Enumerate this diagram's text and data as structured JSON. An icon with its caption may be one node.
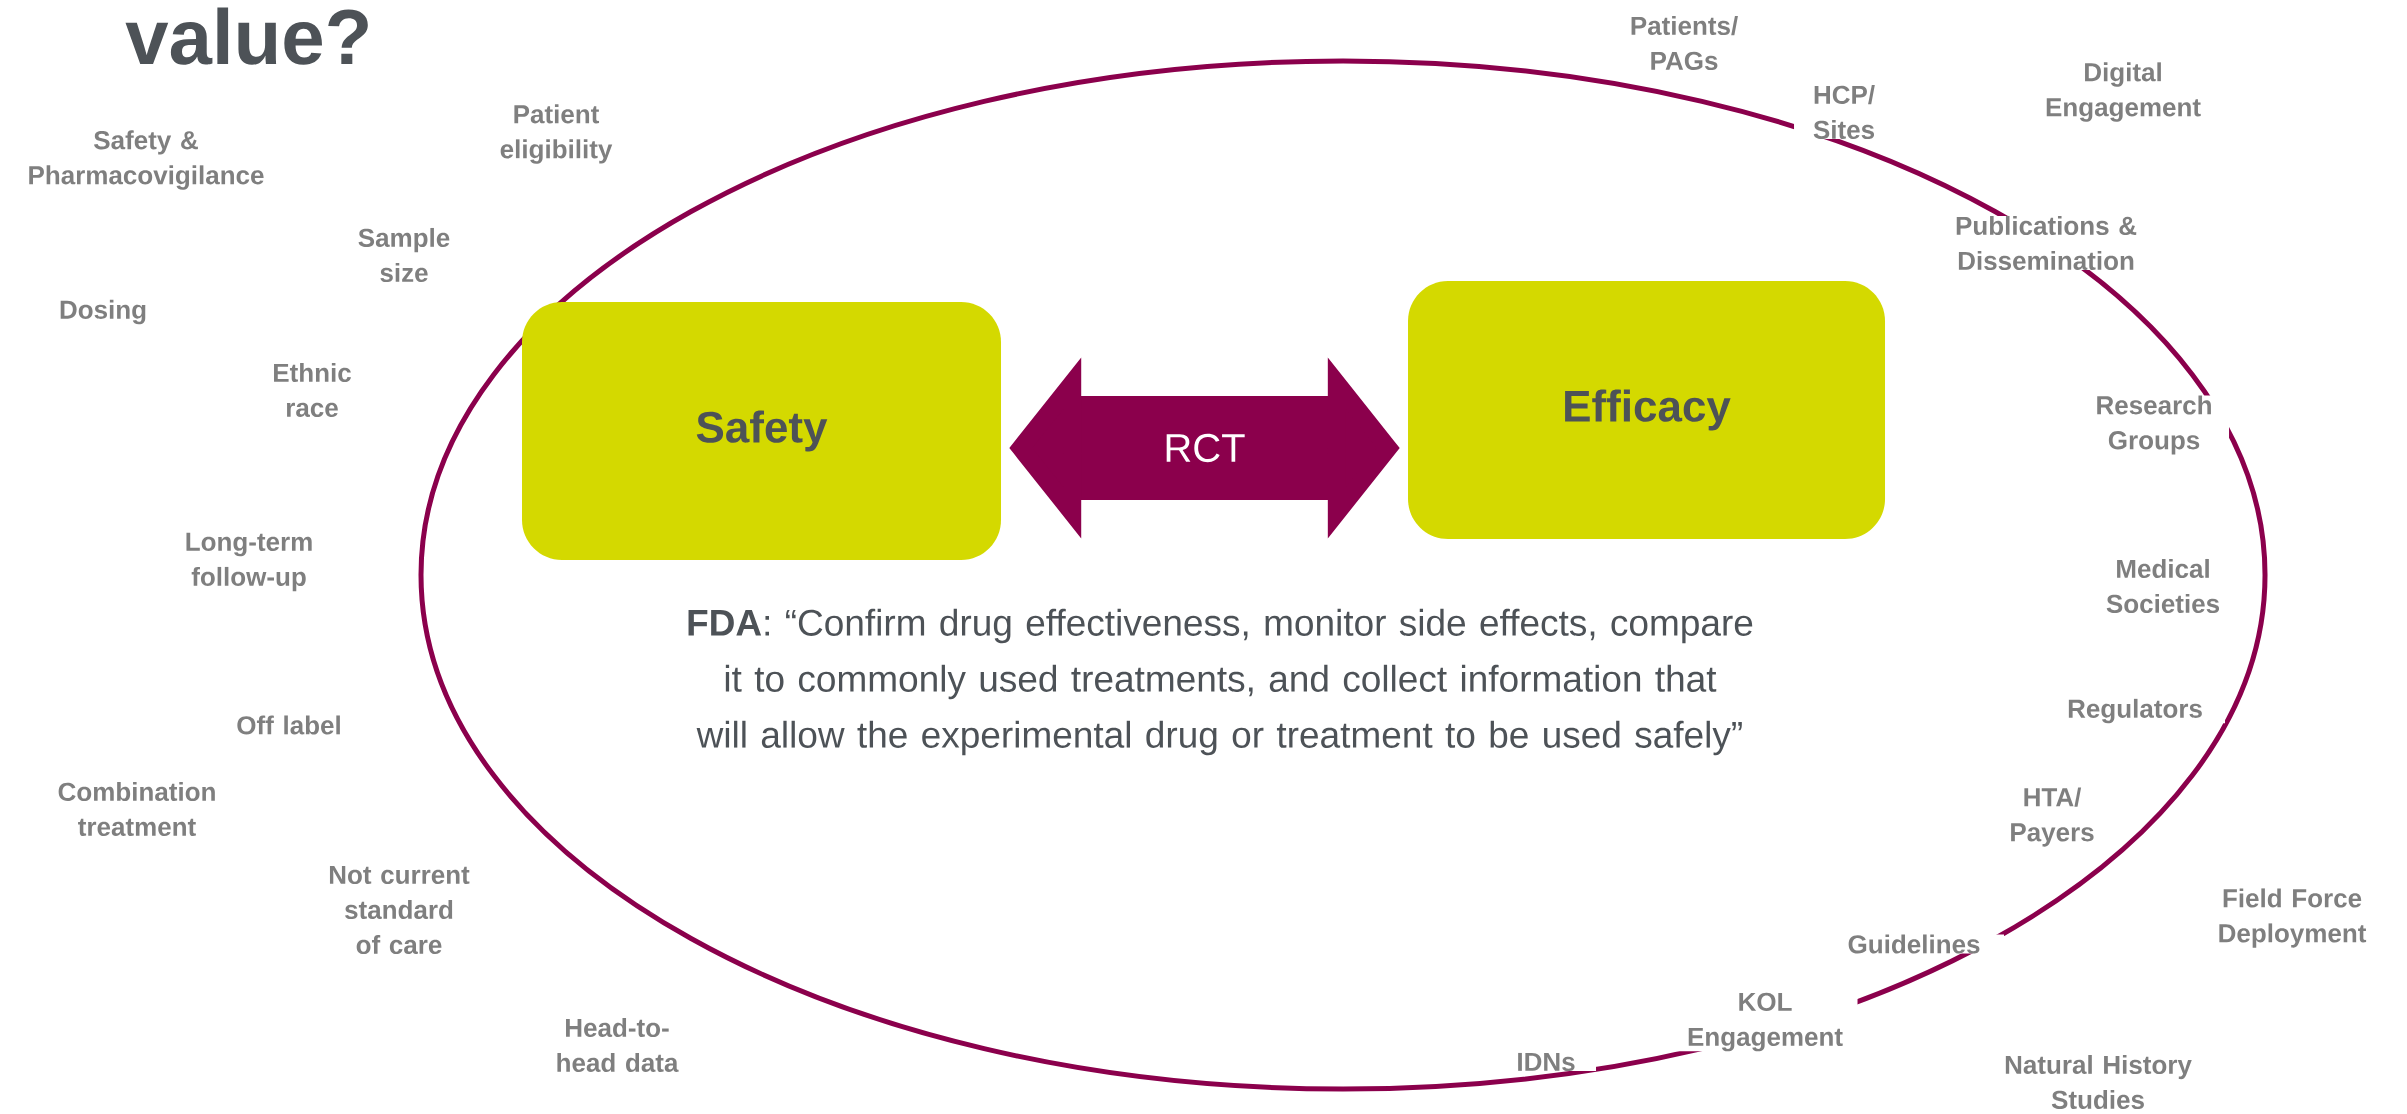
{
  "diagram": {
    "title": "value?",
    "nodes": [
      {
        "text": [
          "**FDA**: “Confirm drug effectiveness, monitor side effects, compare it to commonly used treatments, and collect information that will allow the experimental drug or treatment to be used safely”"
        ]
      },
      {
        "text": [
          "Safety"
        ],
        "in": 0
      },
      {
        "text": [
          "Efficacy"
        ],
        "in": 0
      }
    ],
    "edges": [
      {
        "from": 1,
        "to": 2,
        "arrow": "both",
        "label": "RCT"
      }
    ],
    "labels": [
      "Patients/ PAGs",
      "Digital Engagement",
      "HCP/ Sites",
      "Safety & Pharmacovigilance",
      "Patient eligibility",
      "Publications & Dissemination",
      "Sample size",
      "Dosing",
      "Ethnic race",
      "Research Groups",
      "Long-term follow-up",
      "Medical Societies",
      "Regulators",
      "Off label",
      "Combination treatment",
      "HTA/ Payers",
      "Not current standard of care",
      "Field Force Deployment",
      "Guidelines",
      "Head-to-head data",
      "KOL Engagement",
      "IDNs",
      "Natural History Studies"
    ]
  }
}
